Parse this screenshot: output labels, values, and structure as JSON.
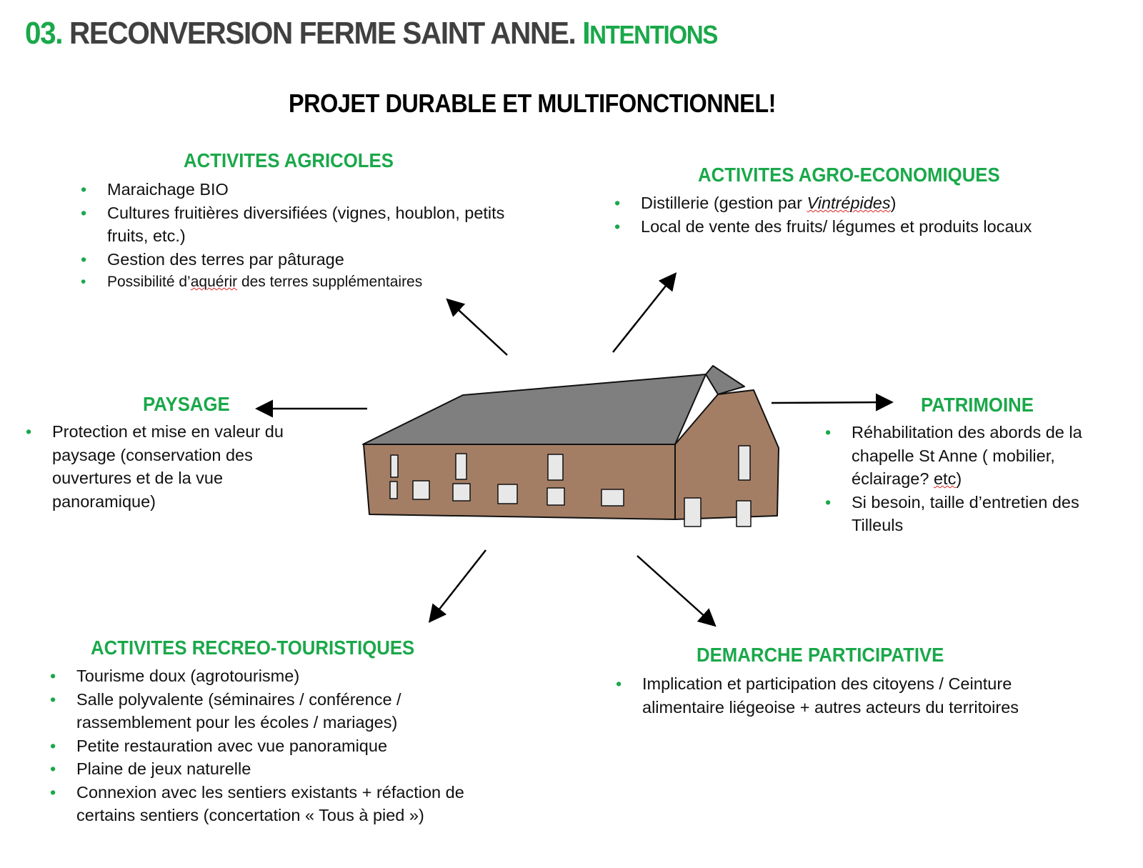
{
  "header": {
    "number": "03.",
    "title": "RECONVERSION FERME SAINT ANNE.",
    "section_first": "I",
    "section_rest": "NTENTIONS",
    "subtitle": "PROJET DURABLE ET MULTIFONCTIONNEL!"
  },
  "agricoles": {
    "heading": "ACTIVITES AGRICOLES",
    "items": [
      "Maraichage BIO",
      "Cultures fruitières diversifiées (vignes, houblon, petits fruits, etc.)",
      "Gestion des terres par pâturage"
    ],
    "last_a": "Possibilité d’",
    "last_b": "aquérir",
    "last_c": " des terres supplémentaires"
  },
  "agro": {
    "heading": "ACTIVITES AGRO-ECONOMIQUES",
    "item1_a": "Distillerie (gestion par ",
    "item1_b": "Vintrépides",
    "item1_c": ")",
    "item2": "Local de vente des fruits/ légumes et produits locaux"
  },
  "paysage": {
    "heading": "PAYSAGE",
    "items": [
      "Protection et mise en valeur du paysage (conservation des ouvertures et de la vue panoramique)"
    ]
  },
  "patrimoine": {
    "heading": "PATRIMOINE",
    "item1_a": "Réhabilitation des abords de la chapelle St Anne ( mobilier, éclairage? ",
    "item1_b": "etc",
    "item1_c": ")",
    "item2": "Si besoin, taille d’entretien des Tilleuls"
  },
  "recreo": {
    "heading": "ACTIVITES RECREO-TOURISTIQUES",
    "items": [
      "Tourisme doux (agrotourisme)",
      "Salle polyvalente (séminaires / conférence / rassemblement pour les écoles / mariages)",
      "Petite restauration avec vue panoramique",
      "Plaine de jeux naturelle",
      "Connexion avec les sentiers existants + réfaction de certains sentiers (concertation « Tous à pied »)"
    ]
  },
  "participative": {
    "heading": "DEMARCHE PARTICIPATIVE",
    "items": [
      "Implication et participation des citoyens / Ceinture alimentaire liégeoise + autres acteurs du territoires"
    ]
  },
  "colors": {
    "accent": "#1aa84a",
    "roof": "#7f7f7f",
    "wall": "#a47e64",
    "window": "#e8e8e8"
  }
}
